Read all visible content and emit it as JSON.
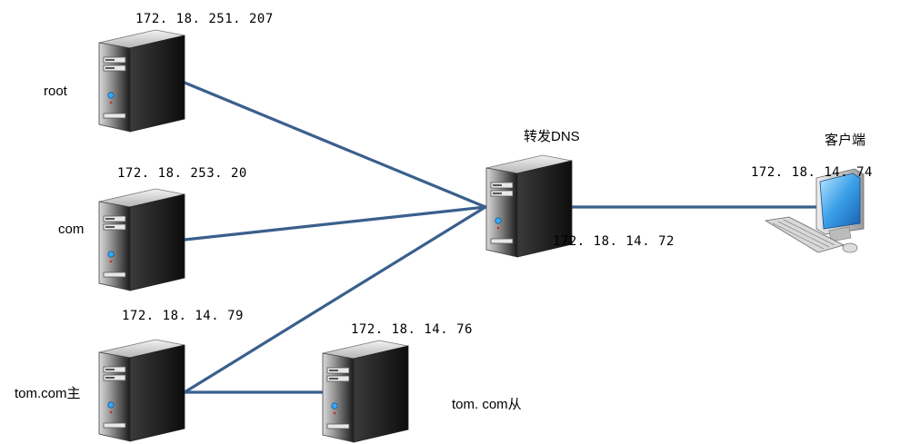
{
  "nodes": {
    "root": {
      "name": "root",
      "ip": "172. 18. 251. 207"
    },
    "com": {
      "name": "com",
      "ip": "172. 18. 253. 20"
    },
    "tom_master": {
      "name": "tom.com主",
      "ip": "172. 18. 14. 79"
    },
    "tom_slave": {
      "name": "tom. com从",
      "ip": "172. 18. 14. 76"
    },
    "forwarder": {
      "name": "转发DNS",
      "ip": "172. 18. 14. 72"
    },
    "client": {
      "name": "客户端",
      "ip": "172. 18. 14. 74"
    }
  },
  "colors": {
    "link": "#3a5f8c"
  }
}
